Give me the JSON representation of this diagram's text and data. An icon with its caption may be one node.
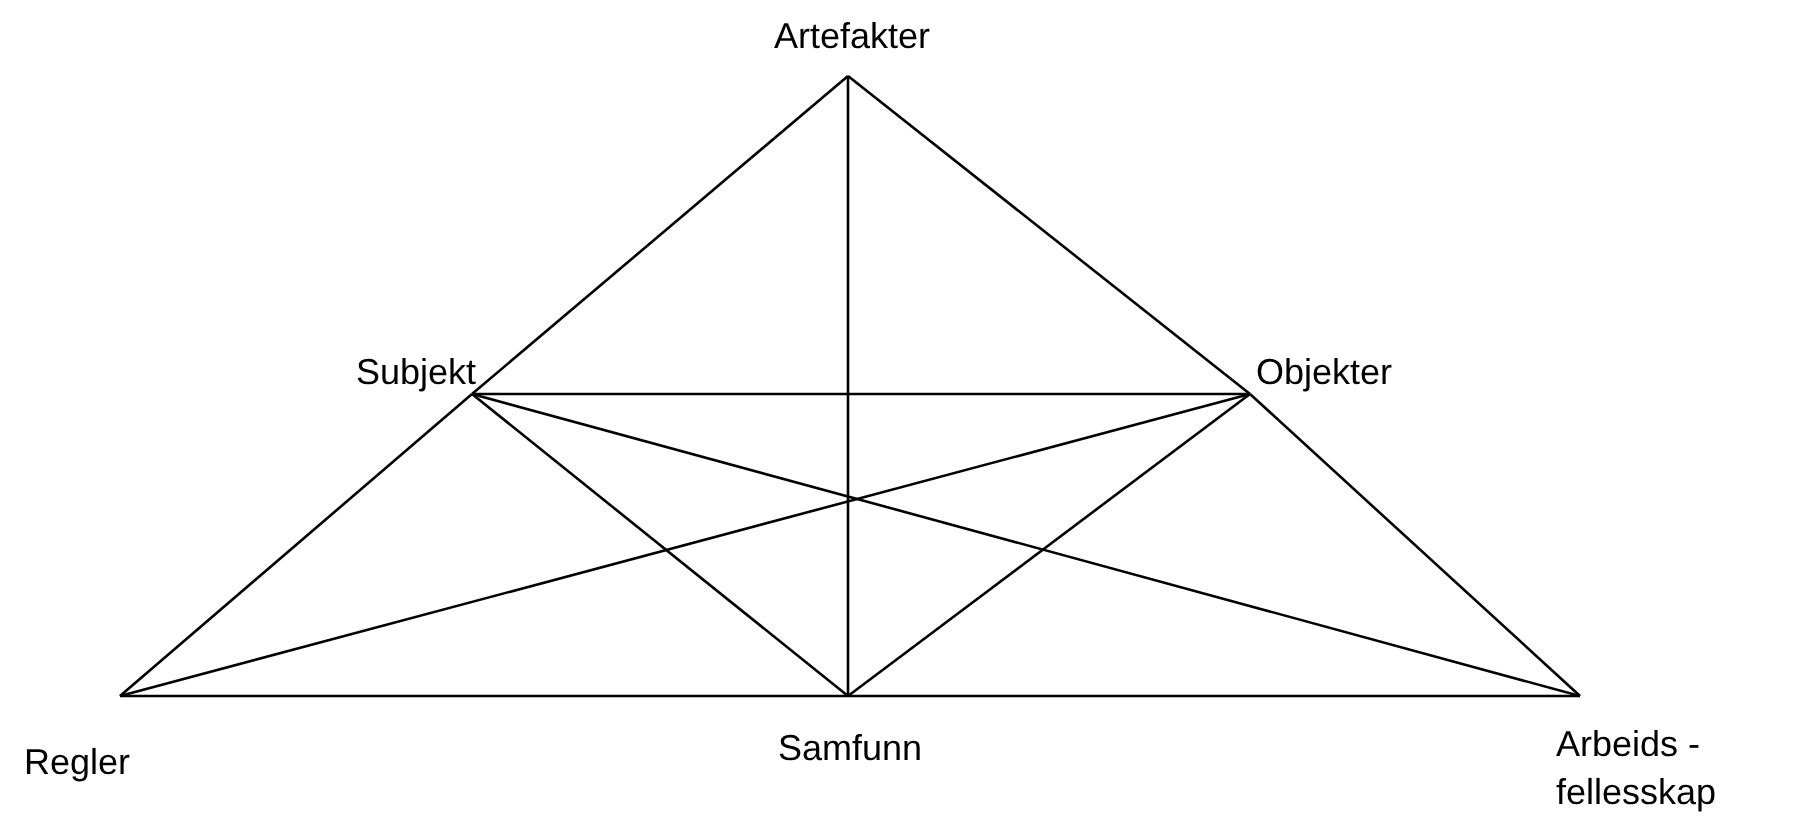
{
  "diagram": {
    "nodes": [
      {
        "text": [
          "Artefakter"
        ]
      },
      {
        "text": [
          "Subjekt"
        ]
      },
      {
        "text": [
          "Objekter"
        ]
      },
      {
        "text": [
          "Regler"
        ]
      },
      {
        "text": [
          "Samfunn"
        ]
      },
      {
        "text": [
          "Arbeids - fellesskap"
        ]
      }
    ],
    "edges": [
      {
        "from": 0,
        "to": 1,
        "arrow": "none"
      },
      {
        "from": 0,
        "to": 2,
        "arrow": "none"
      },
      {
        "from": 0,
        "to": 4,
        "arrow": "none"
      },
      {
        "from": 1,
        "to": 2,
        "arrow": "none"
      },
      {
        "from": 1,
        "to": 3,
        "arrow": "none"
      },
      {
        "from": 2,
        "to": 5,
        "arrow": "none"
      },
      {
        "from": 3,
        "to": 4,
        "arrow": "none"
      },
      {
        "from": 4,
        "to": 5,
        "arrow": "none"
      },
      {
        "from": 1,
        "to": 4,
        "arrow": "none"
      },
      {
        "from": 1,
        "to": 5,
        "arrow": "none"
      },
      {
        "from": 2,
        "to": 3,
        "arrow": "none"
      },
      {
        "from": 2,
        "to": 4,
        "arrow": "none"
      }
    ]
  }
}
